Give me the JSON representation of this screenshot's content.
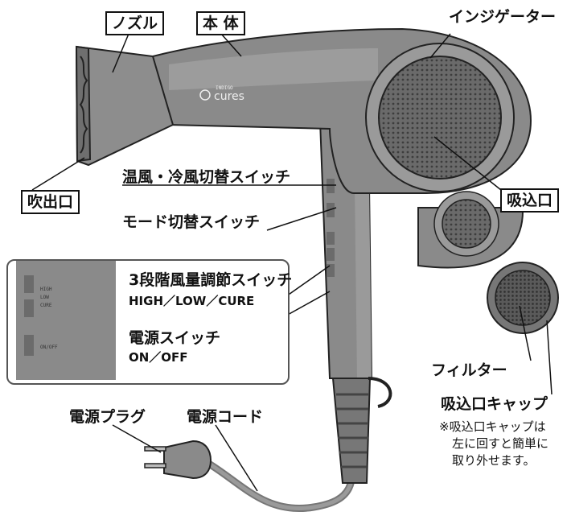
{
  "labels": {
    "nozzle": "ノズル",
    "body": "本 体",
    "ionizer": "インジゲーター",
    "outlet": "吹出口",
    "intake": "吸込口",
    "temp_switch": "温風・冷風切替スイッチ",
    "mode_switch": "モード切替スイッチ",
    "level_switch": "3段階風量調節スイッチ",
    "level_values": "HIGH／LOW／CURE",
    "power_switch": "電源スイッチ",
    "power_values": "ON／OFF",
    "filter": "フィルター",
    "intake_cap": "吸込口キャップ",
    "cap_note_1": "※吸込口キャップは",
    "cap_note_2": "左に回すと簡単に",
    "cap_note_3": "取り外せます。",
    "plug": "電源プラグ",
    "cord": "電源コード"
  },
  "device": {
    "brand_small": "INDIGO",
    "brand": "cures",
    "panel_high": "HIGH",
    "panel_low": "LOW",
    "panel_cure": "CURE",
    "panel_onoff": "ON/OFF"
  },
  "colors": {
    "body": "#8a8a8a",
    "body_dark": "#6d6d6d",
    "grille": "#5a5a5a",
    "outline": "#222222"
  }
}
